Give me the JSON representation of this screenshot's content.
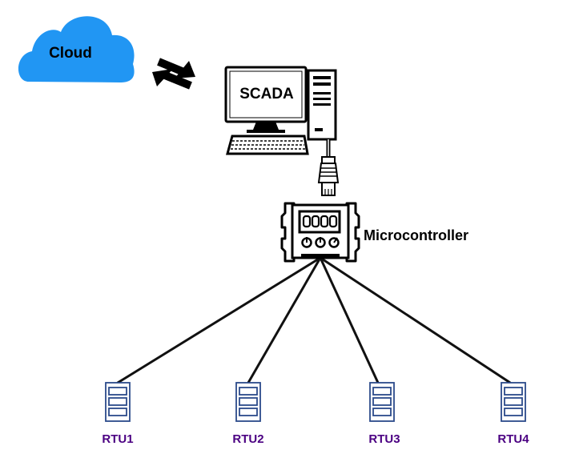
{
  "cloud": {
    "label": "Cloud",
    "icon": "cloud-icon",
    "color": "#2196F3"
  },
  "sync": {
    "icon": "sync-arrows-icon"
  },
  "scada": {
    "label": "SCADA",
    "icon": "desktop-computer-icon"
  },
  "ethernet": {
    "icon": "ethernet-cable-icon"
  },
  "microcontroller": {
    "label": "Microcontroller",
    "icon": "microcontroller-icon"
  },
  "rtus": [
    {
      "label": "RTU1",
      "icon": "rtu-icon"
    },
    {
      "label": "RTU2",
      "icon": "rtu-icon"
    },
    {
      "label": "RTU3",
      "icon": "rtu-icon"
    },
    {
      "label": "RTU4",
      "icon": "rtu-icon"
    }
  ],
  "colors": {
    "rtu_stroke": "#2B4A8B",
    "rtu_label": "#4B0082",
    "line": "#111111"
  }
}
